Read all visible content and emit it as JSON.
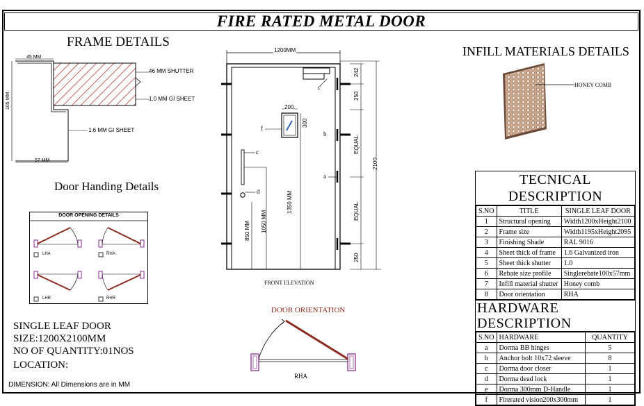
{
  "title": "FIRE RATED METAL DOOR",
  "frame": {
    "heading": "FRAME DETAILS",
    "dim_top": "45 MM",
    "dim_left": "105 MM",
    "dim_bottom": "57 MM",
    "shutter": "46 MM SHUTTER",
    "gi_sheet": "1.0 MM GI SHEET",
    "frame_sheet": "1.6 MM GI SHEET"
  },
  "handing": {
    "heading": "Door Handing Details",
    "box_title": "DOOR OPENING DETAILS",
    "options": [
      "LHA",
      "RHA",
      "LHR",
      "RHR"
    ]
  },
  "summary": {
    "line1": "SINGLE LEAF DOOR",
    "line2": "SIZE:1200X2100MM",
    "line3": "NO OF QUANTITY:01NOS",
    "line4": "LOCATION:",
    "dimension_note": "DIMENSION: All Dimensions are in MM"
  },
  "elevation": {
    "width_dim": "1200MM",
    "height_dim": "2100",
    "vision_w": "200",
    "vision_h": "300",
    "dim_850": "850 MM",
    "dim_1050": "1050 MM",
    "dim_1350": "1350 MM",
    "side_242": "242",
    "side_250a": "250",
    "side_equal1": "EQUAL",
    "side_equal2": "EQUAL",
    "side_250b": "250",
    "callouts": [
      "c",
      "f",
      "b",
      "c",
      "a",
      "d"
    ],
    "caption": "FRONT ELEVATION"
  },
  "orientation": {
    "heading": "DOOR ORIENTATION",
    "label": "RHA"
  },
  "infill": {
    "heading": "INFILL MATERIALS DETAILS",
    "material": "HONEY COMB"
  },
  "technical": {
    "heading": "TECNICAL DESCRIPTION",
    "col_sno": "S.NO",
    "col_title": "TITLE",
    "col_value": "SINGLE LEAF DOOR",
    "rows": [
      {
        "no": "1",
        "title": "Structural opening",
        "value": "Width1200xHeight2100"
      },
      {
        "no": "2",
        "title": "Frame size",
        "value": "Width1195xHeight2095"
      },
      {
        "no": "3",
        "title": "Finishing Shade",
        "value": "RAL 9016"
      },
      {
        "no": "4",
        "title": "Sheet thick of frame",
        "value": "1.6 Galvanized iron"
      },
      {
        "no": "5",
        "title": "Sheet thick shutter",
        "value": "1.0"
      },
      {
        "no": "6",
        "title": "Rebate size profile",
        "value": "Singlerebate100x57mm"
      },
      {
        "no": "7",
        "title": "Infill material shutter",
        "value": "Honey comb"
      },
      {
        "no": "8",
        "title": "Door orientation",
        "value": "RHA"
      }
    ]
  },
  "hardware": {
    "heading": "HARDWARE DESCRIPTION",
    "col_sno": "S.NO",
    "col_item": "HARDWARE",
    "col_qty": "QUANTITY",
    "rows": [
      {
        "no": "a",
        "item": "Dorma BB hinges",
        "qty": "5"
      },
      {
        "no": "b",
        "item": "Anchor bolt 10x72 sleeve",
        "qty": "8"
      },
      {
        "no": "c",
        "item": "Dorma door closer",
        "qty": "1"
      },
      {
        "no": "d",
        "item": "Dorma dead lock",
        "qty": "1"
      },
      {
        "no": "e",
        "item": "Dorma 300mm D-Handle",
        "qty": "1"
      },
      {
        "no": "f",
        "item": "Firerated vision200x300mm",
        "qty": "1"
      }
    ]
  },
  "colors": {
    "line": "#000000",
    "leaf": "#8b2a1e",
    "hinge": "#9a4aa0",
    "hatch": "#b03a3a",
    "honeycomb": "#c9a88e"
  }
}
